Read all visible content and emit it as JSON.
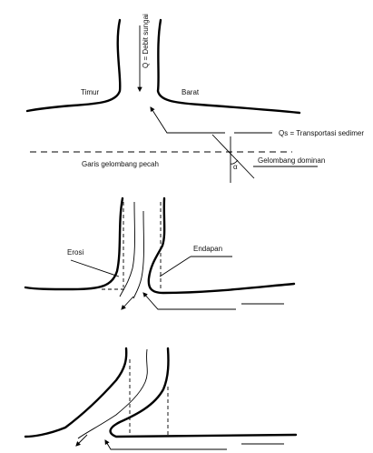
{
  "panel1": {
    "debit_label": "Q = Debit sungai",
    "timur_label": "Timur",
    "barat_label": "Barat",
    "sediment_label": "Qs = Transportasi sedimer",
    "breaker_line_label": "Garis gelombang pecah",
    "dominant_wave_label": "Gelombang dominan",
    "angle_symbol": "α"
  },
  "panel2": {
    "erosion_label": "Erosi",
    "deposition_label": "Endapan"
  }
}
